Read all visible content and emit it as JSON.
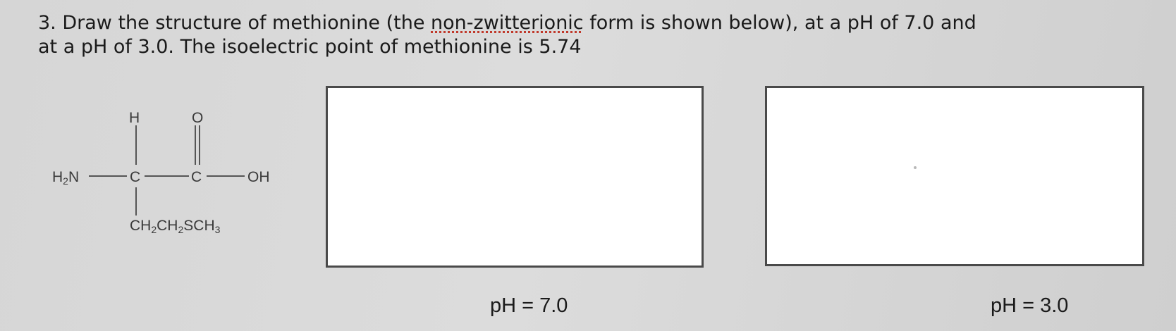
{
  "question": {
    "part1": "3. Draw the structure of methionine (the ",
    "highlighted": "non-zwitterionic",
    "part2": " form is shown below), at a pH of 7.0 and",
    "line2": "at a pH of 3.0.  The isoelectric point of methionine is 5.74"
  },
  "structure": {
    "h_top": "H",
    "o_top": "O",
    "h2n": "H",
    "h2n_sub": "2",
    "h2n_n": "N",
    "c_alpha": "C",
    "c_carbonyl": "C",
    "oh": "OH",
    "side_chain": {
      "ch": "CH",
      "s1": "2",
      "ch2": "CH",
      "s2": "2",
      "sch": "SCH",
      "s3": "3"
    }
  },
  "boxes": {
    "ph7_label": "pH = 7.0",
    "ph3_label": "pH = 3.0"
  }
}
